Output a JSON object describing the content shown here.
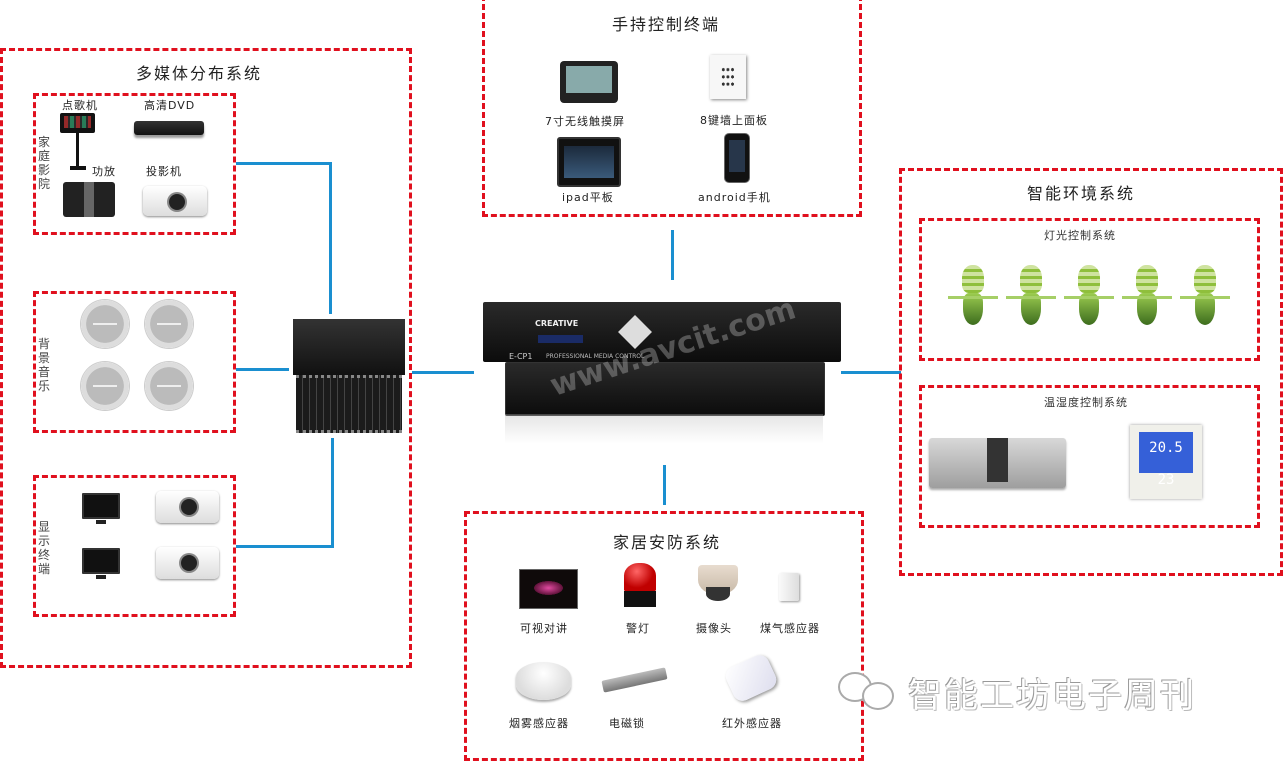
{
  "multimedia": {
    "title": "多媒体分布系统",
    "home_theater": {
      "vertical_label": "家庭影院",
      "items": [
        "点歌机",
        "高清DVD",
        "功放",
        "投影机"
      ]
    },
    "background_music": {
      "vertical_label": "背景音乐"
    },
    "display": {
      "vertical_label": "显示终端"
    }
  },
  "handheld": {
    "title": "手持控制终端",
    "items": [
      "7寸无线触摸屏",
      "8键墙上面板",
      "ipad平板",
      "android手机"
    ]
  },
  "center": {
    "logo": "CREATIVE",
    "model": "E-CP1",
    "subtitle": "PROFESSIONAL MEDIA CONTROL",
    "watermark": "www.avcit.com"
  },
  "environment": {
    "title": "智能环境系统",
    "lighting": {
      "title": "灯光控制系统",
      "bulb_count": 5
    },
    "climate": {
      "title": "温湿度控制系统",
      "thermostat_readout": "20.5 23"
    }
  },
  "security": {
    "title": "家居安防系统",
    "items": [
      "可视对讲",
      "警灯",
      "摄像头",
      "煤气感应器",
      "烟雾感应器",
      "电磁锁",
      "红外感应器"
    ]
  },
  "footer": {
    "brand": "智能工坊电子周刊"
  },
  "colors": {
    "dash": "#e0101e",
    "wire": "#1a8fd0"
  }
}
